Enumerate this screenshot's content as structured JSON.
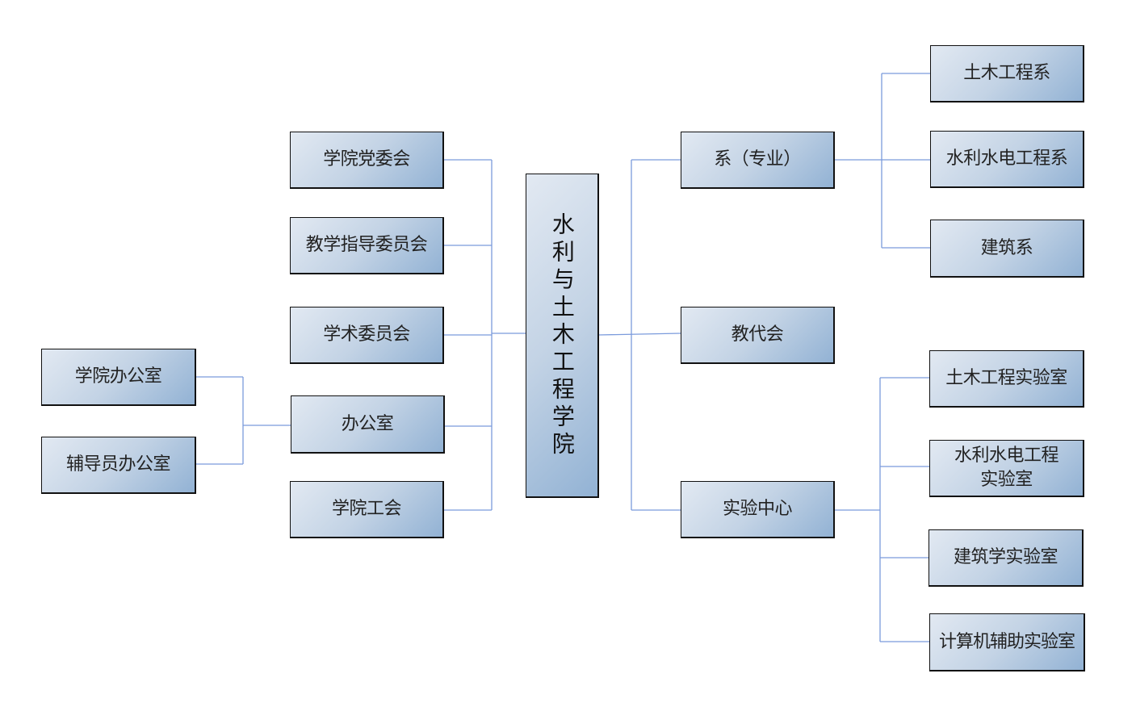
{
  "center": "水利与土木工程学院",
  "left": [
    "学院党委会",
    "教学指导委员会",
    "学术委员会",
    "办公室",
    "学院工会"
  ],
  "office_children": [
    "学院办公室",
    "辅导员办公室"
  ],
  "right": [
    "系（专业）",
    "教代会",
    "实验中心"
  ],
  "departments": [
    "土木工程系",
    "水利水电工程系",
    "建筑系"
  ],
  "labs": [
    "土木工程实验室",
    "水利水电工程实验室",
    "建筑学实验室",
    "计算机辅助实验室"
  ],
  "colors": {
    "line": "#7b9bdc",
    "border": "#111111",
    "gradient_start": "#e2e9f2",
    "gradient_end": "#92b2d4"
  }
}
